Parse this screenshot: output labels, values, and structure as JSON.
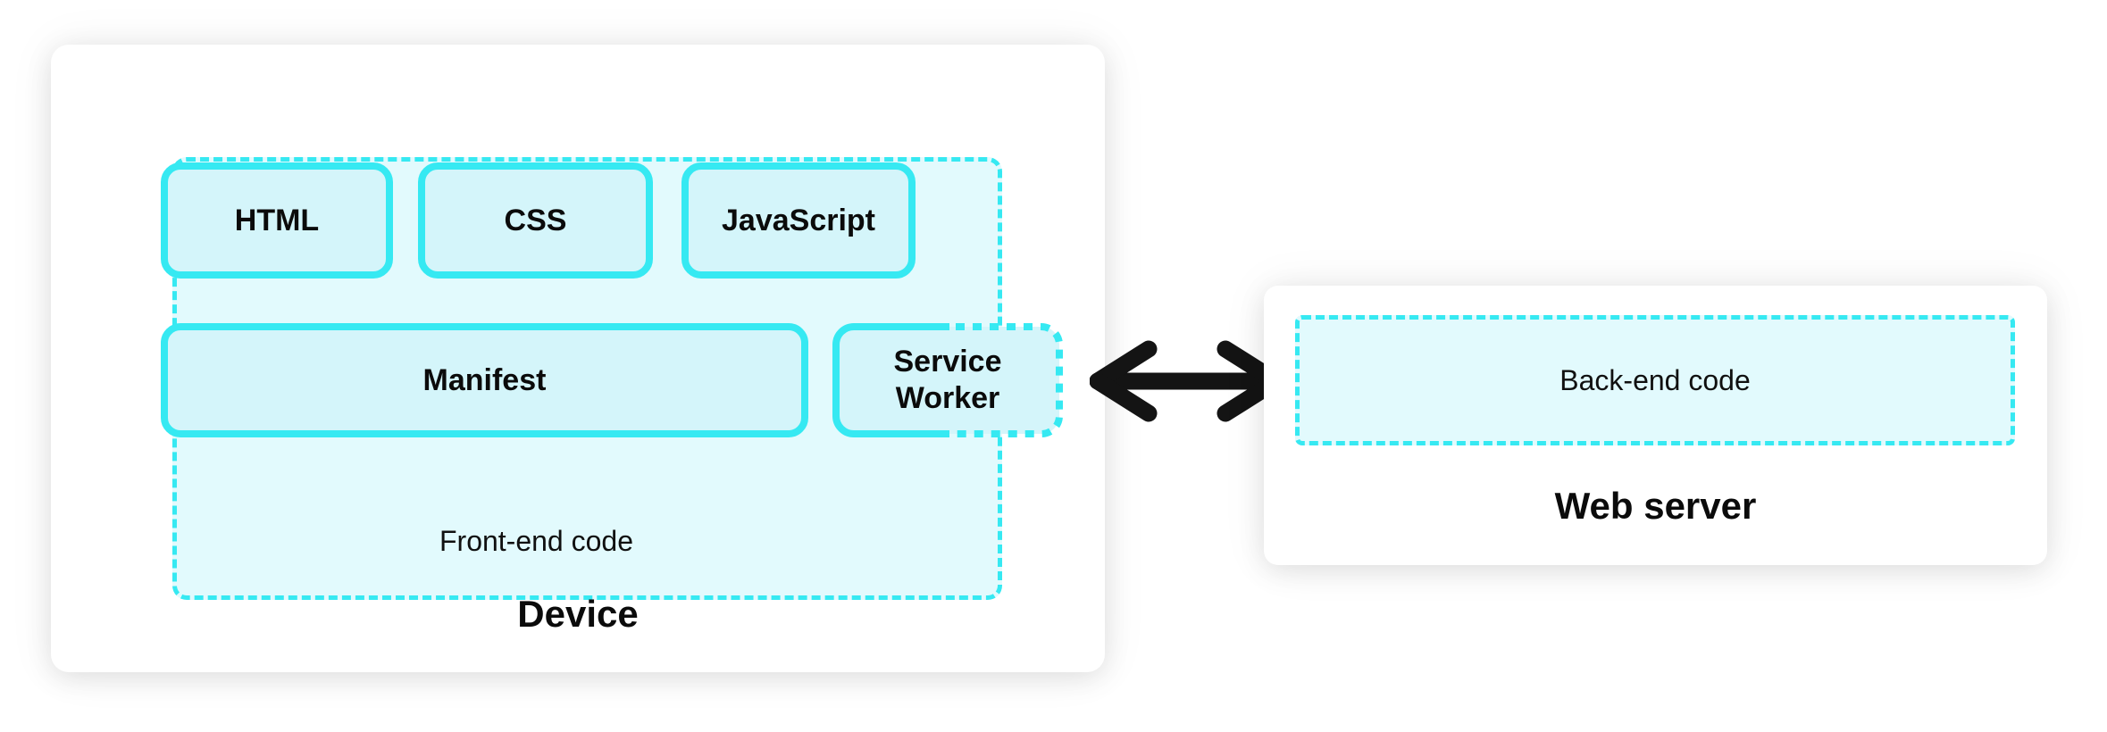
{
  "device_card": {
    "label": "Device"
  },
  "frontend_group": {
    "label": "Front-end code",
    "items": {
      "html": "HTML",
      "css": "CSS",
      "javascript": "JavaScript",
      "manifest": "Manifest",
      "service_worker": "Service Worker"
    }
  },
  "server_card": {
    "label": "Web server"
  },
  "backend_group": {
    "label": "Back-end code"
  },
  "connection": {
    "icon": "double-headed-arrow",
    "direction": "bidirectional"
  },
  "colors": {
    "accent_cyan": "#36E9F2",
    "box_fill": "#D4F5FA",
    "group_fill": "#E2FAFD",
    "card_fill": "#FFFFFF",
    "arrow_black": "#141414",
    "text_black": "#0B0B0B"
  }
}
